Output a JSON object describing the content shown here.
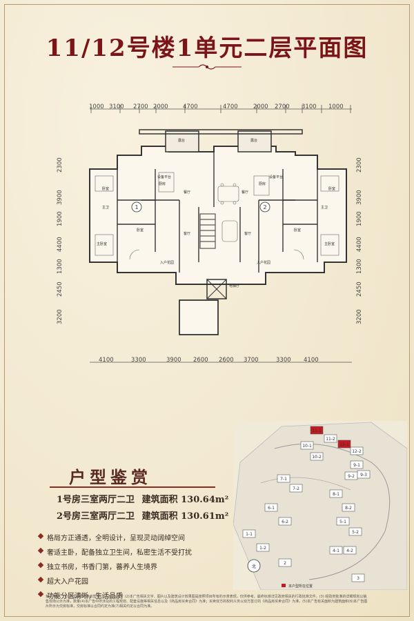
{
  "title": "11/12号楼1单元二层平面图",
  "dims_top": [
    "1000",
    "3100",
    "2700",
    "2000",
    "4700",
    "4700",
    "2000",
    "2700",
    "3100",
    "1000"
  ],
  "dims_bottom": [
    "4100",
    "3300",
    "3900",
    "2600",
    "2600",
    "3700",
    "3300",
    "4100"
  ],
  "dims_left": [
    "2300",
    "3900",
    "1900",
    "4400",
    "1300",
    "2450",
    "3200"
  ],
  "dims_right": [
    "2300",
    "3900",
    "1900",
    "4400",
    "1300",
    "2450",
    "3200"
  ],
  "plan": {
    "unit_markers": [
      "1",
      "2"
    ],
    "rooms": {
      "balcony": "露台",
      "bedroom": "卧室",
      "living": "客厅",
      "dining": "餐厅",
      "kitchen": "厨房",
      "master": "主卧室",
      "bath": "主卫",
      "entry_garden": "入户花园",
      "elevator": "电梯厅",
      "equip": "设备平台"
    }
  },
  "section_title": "户型鉴赏",
  "units": [
    {
      "label": "1号房三室两厅二卫",
      "area_label": "建筑面积",
      "area": "130.64m²"
    },
    {
      "label": "2号房三室两厅二卫",
      "area_label": "建筑面积",
      "area": "130.61m²"
    }
  ],
  "features": [
    "格局方正通透，全明设计，呈现灵动阔绰空间",
    "奢适主卧，配备独立卫生间，私密生活不受打扰",
    "独立书房，书香门第，蕃养人生境界",
    "超大入户花园",
    "功能分区清晰，生活品质"
  ],
  "site_map": {
    "buildings": [
      "11-1",
      "11-2",
      "12-1",
      "12-2",
      "10-1",
      "10-2",
      "9-1",
      "9-2",
      "9-3",
      "7-1",
      "7-2",
      "8-1",
      "8-2",
      "6-1",
      "6-2",
      "5-1",
      "5-2",
      "1-1",
      "1-2",
      "2",
      "4-1",
      "4-2",
      "3"
    ],
    "north": "北",
    "legend": "本户型所在位置"
  },
  "disclaimer": "免责声明：(1) 预售证号：黄房售字(2017)0029号 (2)本广告相关文字、图片以及建筑设计效果图是按照项目所有的示意表现，仅供参考。最终标准详见政府相关的行政批准文件，(3) 经政府批准的详细规划以销售现场公示为准，数量(4)本广告中所涉及的工程规划、配套设施等相关信息以及《商品房买卖合同》为准；买卖双方的权利义务以双方签订的《商品房买卖合同》为准，(5)本广告有关面积为建筑面积(6)本广告图片所示为交房标准，交房标准以合同约定为准(7)相关约定以合同为准。"
}
